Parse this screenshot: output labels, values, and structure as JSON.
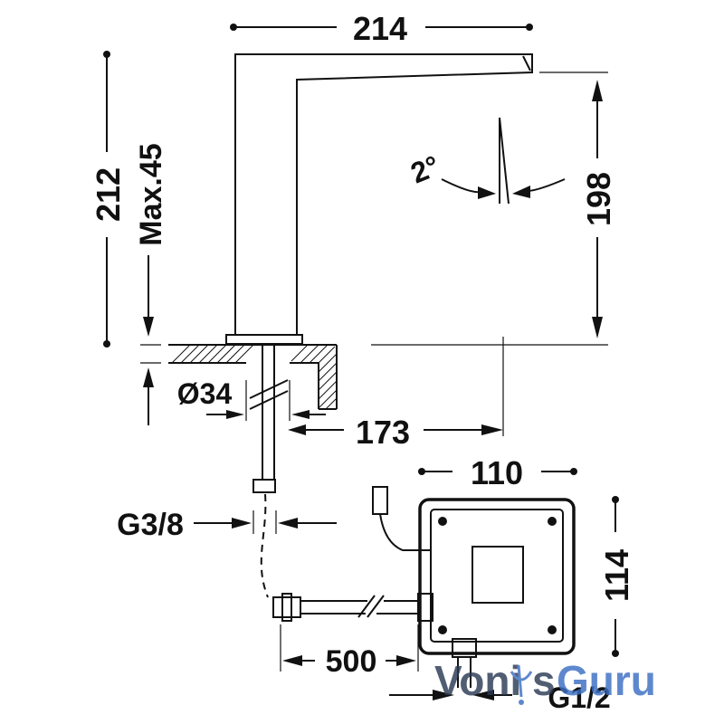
{
  "dimensions": {
    "width_top": "214",
    "height_total": "212",
    "max_deck": "Max.45",
    "spout_height": "198",
    "angle": "2°",
    "hole_diameter": "Ø34",
    "projection": "173",
    "box_width": "110",
    "box_height": "114",
    "hose_thread": "G3/8",
    "hose_length": "500",
    "inlet_thread": "G1/2"
  },
  "watermark": {
    "part1": "Voni",
    "part2": "s",
    "part3": "Guru",
    "color_dark": "#2b3a55",
    "color_accent": "#3b6fc4"
  }
}
